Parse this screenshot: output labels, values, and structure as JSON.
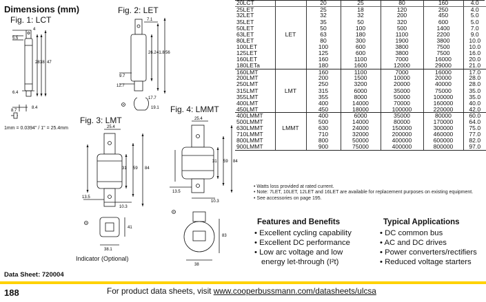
{
  "header": {
    "title": "Dimensions (mm)",
    "fig1": "Fig. 1: LCT",
    "fig2": "Fig. 2: LET",
    "fig3": "Fig. 3: LMT",
    "fig4": "Fig. 4: LMMT",
    "conversion": "1mm = 0.0394\" / 1\" = 25.4mm",
    "indicator": "Indicator (Optional)"
  },
  "dim_labels": {
    "f1": [
      "4",
      "5.5",
      "28",
      "38",
      "47",
      "6.4",
      "8.4",
      "8.7"
    ],
    "f2": [
      "7.1",
      "26.2",
      "41.8",
      "56",
      "9.7",
      "12.7",
      "17.7",
      "19.1"
    ],
    "f3": [
      "25.4",
      "31",
      "59",
      "84",
      "13.5",
      "10.3",
      "41",
      "38.1"
    ],
    "f4": [
      "25.4",
      "31",
      "59",
      "84",
      "13.5",
      "10.3",
      "83",
      "38"
    ]
  },
  "table": {
    "rows": [
      {
        "name": "20LCT",
        "family": "",
        "v": [
          "20",
          "25",
          "80",
          "160",
          "4.0"
        ],
        "style": "row-line"
      },
      {
        "name": "25LET",
        "family": "",
        "v": [
          "25",
          "18",
          "120",
          "250",
          "4.0"
        ]
      },
      {
        "name": "32LET",
        "family": "",
        "v": [
          "32",
          "32",
          "200",
          "450",
          "5.0"
        ]
      },
      {
        "name": "35LET",
        "family": "",
        "v": [
          "35",
          "50",
          "320",
          "600",
          "5.0"
        ]
      },
      {
        "name": "50LET",
        "family": "",
        "v": [
          "50",
          "100",
          "500",
          "1400",
          "7.0"
        ]
      },
      {
        "name": "63LET",
        "family": "LET",
        "v": [
          "63",
          "180",
          "1100",
          "2200",
          "9.0"
        ]
      },
      {
        "name": "80LET",
        "family": "",
        "v": [
          "80",
          "300",
          "1900",
          "3800",
          "10.0"
        ]
      },
      {
        "name": "100LET",
        "family": "",
        "v": [
          "100",
          "600",
          "3800",
          "7500",
          "10.0"
        ]
      },
      {
        "name": "125LET",
        "family": "",
        "v": [
          "125",
          "600",
          "3800",
          "7500",
          "16.0"
        ]
      },
      {
        "name": "160LET",
        "family": "",
        "v": [
          "160",
          "1100",
          "7000",
          "16000",
          "20.0"
        ]
      },
      {
        "name": "180LETa",
        "family": "",
        "v": [
          "180",
          "1600",
          "12000",
          "29000",
          "21.0"
        ],
        "style": "group-end"
      },
      {
        "name": "160LMT",
        "family": "",
        "v": [
          "160",
          "1100",
          "7000",
          "16000",
          "17.0"
        ]
      },
      {
        "name": "200LMT",
        "family": "",
        "v": [
          "200",
          "1500",
          "10000",
          "20000",
          "28.0"
        ]
      },
      {
        "name": "250LMT",
        "family": "",
        "v": [
          "250",
          "3200",
          "20000",
          "40000",
          "28.0"
        ]
      },
      {
        "name": "315LMT",
        "family": "LMT",
        "v": [
          "315",
          "6000",
          "35000",
          "75000",
          "35.0"
        ]
      },
      {
        "name": "355LMT",
        "family": "",
        "v": [
          "355",
          "8000",
          "50000",
          "100000",
          "35.0"
        ]
      },
      {
        "name": "400LMT",
        "family": "",
        "v": [
          "400",
          "14000",
          "70000",
          "160000",
          "40.0"
        ]
      },
      {
        "name": "450LMT",
        "family": "",
        "v": [
          "450",
          "18000",
          "100000",
          "220000",
          "42.0"
        ],
        "style": "group-end"
      },
      {
        "name": "400LMMT",
        "family": "",
        "v": [
          "400",
          "6000",
          "35000",
          "80000",
          "60.0"
        ]
      },
      {
        "name": "500LMMT",
        "family": "",
        "v": [
          "500",
          "14000",
          "80000",
          "170000",
          "64.0"
        ]
      },
      {
        "name": "630LMMT",
        "family": "LMMT",
        "v": [
          "630",
          "24000",
          "150000",
          "300000",
          "75.0"
        ]
      },
      {
        "name": "710LMMT",
        "family": "",
        "v": [
          "710",
          "32000",
          "200000",
          "460000",
          "77.0"
        ]
      },
      {
        "name": "800LMMT",
        "family": "",
        "v": [
          "800",
          "50000",
          "400000",
          "600000",
          "82.0"
        ]
      },
      {
        "name": "900LMMT",
        "family": "",
        "v": [
          "900",
          "75000",
          "400000",
          "800000",
          "97.0"
        ],
        "style": "group-end"
      }
    ]
  },
  "notes": [
    "• Watts loss provided at rated current.",
    "• Note: 7LET, 10LET, 12LET and 16LET are available for replacement purposes on existing equipment.",
    "• See accessories on page 195."
  ],
  "features": {
    "title": "Features and Benefits",
    "items": [
      "• Excellent cycling capability",
      "• Excellent DC performance",
      "• Low arc voltage and low",
      "energy let-through (I²t)"
    ]
  },
  "applications": {
    "title": "Typical Applications",
    "items": [
      "• DC common bus",
      "• AC and DC drives",
      "• Power converters/rectifiers",
      "• Reduced voltage starters"
    ]
  },
  "footer": {
    "data_sheet": "Data Sheet: 720004",
    "page_number": "188",
    "text_prefix": "For product data sheets, visit ",
    "link": "www.cooperbussmann.com/datasheets/ulcsa"
  },
  "colors": {
    "accent_bar": "#ffd200"
  }
}
